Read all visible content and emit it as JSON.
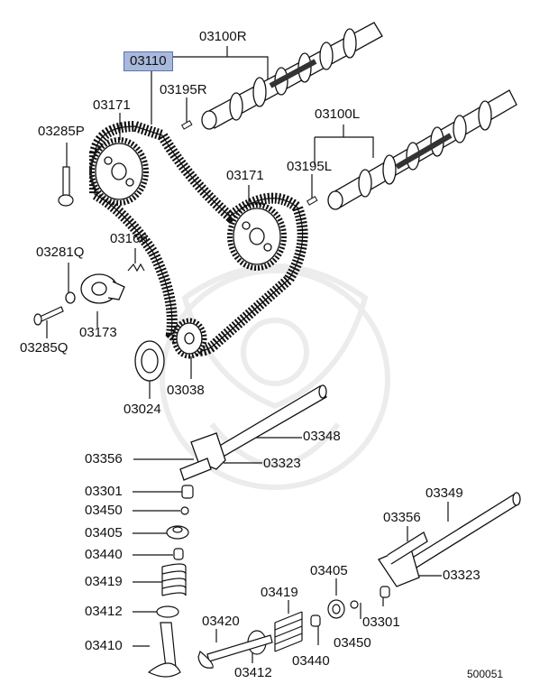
{
  "diagram_code": "500051",
  "parts": {
    "timing_belt": "03110",
    "camshaft_r": "03100R",
    "camshaft_l": "03100L",
    "dowel_r": "03195R",
    "dowel_l": "03195L",
    "sprocket_upper": "03171",
    "sprocket_middle": "03171",
    "bolt_sprocket": "03285P",
    "tensioner_pulley": "03281Q",
    "tensioner_spring": "03166",
    "tensioner_arm": "03173",
    "bolt_tensioner": "03285Q",
    "crank_sprocket": "03038",
    "crank_plate": "03024",
    "rocker_shaft_upper": "03348",
    "adjusting_screw_left": "03356",
    "rocker_arm_upper": "03323",
    "lash_adjuster": "03301",
    "clip_left": "03450",
    "retainer_left": "03405",
    "valve_seal_left": "03440",
    "valve_spring_left": "03419",
    "spring_seat_left": "03412",
    "valve_exhaust": "03410",
    "rocker_shaft_lower": "03349",
    "adjusting_screw_right": "03356",
    "rocker_arm_lower": "03323",
    "retainer_right": "03405",
    "valve_spring_right": "03419",
    "valve_intake": "03420",
    "spring_seat_right": "03412",
    "valve_seal_right": "03440",
    "clip_right": "03450",
    "lash_adjuster_right": "03301"
  }
}
